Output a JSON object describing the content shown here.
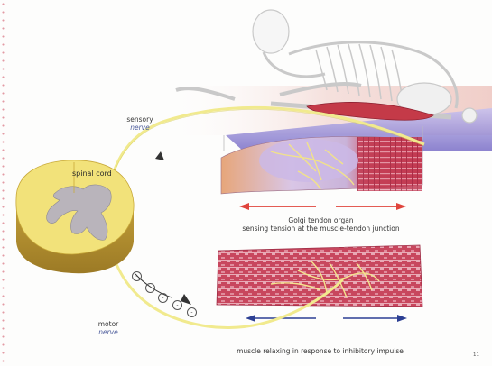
{
  "labels": {
    "sensory_line1": "sensory",
    "sensory_line2": "nerve",
    "spinal_cord": "spinal cord",
    "golgi_line1": "Golgi tendon organ",
    "golgi_line2": "sensing tension at the muscle-tendon junction",
    "motor_line1": "motor",
    "motor_line2": "nerve",
    "relax_caption": "muscle relaxing in response to inhibitory impulse",
    "page_number": "11"
  },
  "impulse_signs": [
    "-",
    "-",
    "-",
    "-",
    "-"
  ],
  "colors": {
    "nerve_yellow": "#f1ea8e",
    "cord_white_matter": "#f2e27a",
    "cord_grey_matter": "#b9b4bb",
    "muscle_red": "#c23a52",
    "tendon_purple": "#b9aed8",
    "arrow_red": "#e0443c",
    "arrow_blue": "#2c3f93",
    "floor_blue": "#9a8fd6"
  }
}
